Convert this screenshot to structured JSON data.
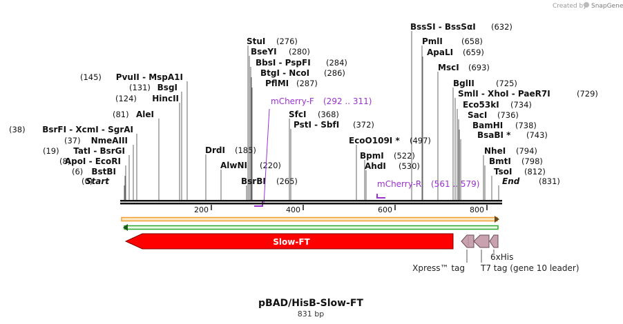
{
  "credit": {
    "prefix": "Created by",
    "brand": "SnapGene"
  },
  "title": "pBAD/HisB-Slow-FT",
  "subtitle": "831 bp",
  "sites": [
    {
      "name": "Start",
      "pos": "(0)",
      "italic": true
    },
    {
      "name": "BstBI",
      "pos": "(6)"
    },
    {
      "name": "ApoI - EcoRI",
      "pos": "(8)"
    },
    {
      "name": "TatI - BsrGI",
      "pos": "(19)"
    },
    {
      "name": "NmeAIII",
      "pos": "(37)"
    },
    {
      "name": "BsrFI - XcmI - SgrAI",
      "pos": "(38)"
    },
    {
      "name": "AleI",
      "pos": "(81)"
    },
    {
      "name": "HincII",
      "pos": "(124)"
    },
    {
      "name": "BsgI",
      "pos": "(131)"
    },
    {
      "name": "PvuII - MspA1I",
      "pos": "(145)"
    },
    {
      "name": "DrdI",
      "pos": "(185)"
    },
    {
      "name": "AlwNI",
      "pos": "(220)"
    },
    {
      "name": "BsrBI",
      "pos": "(265)"
    },
    {
      "name": "StuI",
      "pos": "(276)"
    },
    {
      "name": "BseYI",
      "pos": "(280)"
    },
    {
      "name": "BbsI - PspFI",
      "pos": "(284)"
    },
    {
      "name": "BtgI - NcoI",
      "pos": "(286)"
    },
    {
      "name": "PflMI",
      "pos": "(287)"
    },
    {
      "name": "SfcI",
      "pos": "(368)"
    },
    {
      "name": "PstI - SbfI",
      "pos": "(372)"
    },
    {
      "name": "EcoO109I *",
      "pos": "(497)"
    },
    {
      "name": "BpmI",
      "pos": "(522)"
    },
    {
      "name": "AhdI",
      "pos": "(530)"
    },
    {
      "name": "BssSI - BssSαI",
      "pos": "(632)"
    },
    {
      "name": "PmlI",
      "pos": "(658)"
    },
    {
      "name": "ApaLI",
      "pos": "(659)"
    },
    {
      "name": "MscI",
      "pos": "(693)"
    },
    {
      "name": "BglII",
      "pos": "(725)"
    },
    {
      "name": "SmlI - XhoI - PaeR7I",
      "pos": "(729)"
    },
    {
      "name": "Eco53kI",
      "pos": "(734)"
    },
    {
      "name": "SacI",
      "pos": "(736)"
    },
    {
      "name": "BamHI",
      "pos": "(738)"
    },
    {
      "name": "BsaBI *",
      "pos": "(743)"
    },
    {
      "name": "NheI",
      "pos": "(794)"
    },
    {
      "name": "BmtI",
      "pos": "(798)"
    },
    {
      "name": "TsoI",
      "pos": "(812)"
    },
    {
      "name": "End",
      "pos": "(831)",
      "italic": true
    }
  ],
  "primers": [
    {
      "name": "mCherry-F",
      "range": "(292 .. 311)",
      "color": "#9b30d0"
    },
    {
      "name": "mCherry-R",
      "range": "(561 .. 579)",
      "color": "#9b30d0"
    }
  ],
  "ticks": [
    "200",
    "400",
    "600",
    "800"
  ],
  "features": [
    {
      "name": "Slow-FT",
      "color": "#ff0000"
    },
    {
      "name": "Xpress™ tag",
      "color": "#c9a2b0"
    },
    {
      "name": "6xHis",
      "color": "#c9a2b0"
    },
    {
      "name": "T7 tag (gene 10 leader)",
      "color": "#c9a2b0"
    }
  ],
  "colors": {
    "backbone": "#111111",
    "orange_strand": "#f0a030",
    "green_strand": "#2ea82e",
    "feature_red": "#ff0000"
  }
}
